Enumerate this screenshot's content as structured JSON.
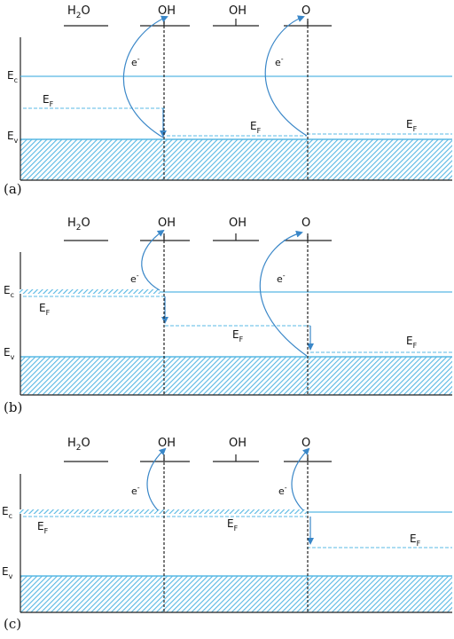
{
  "colors": {
    "band_line": "#58b8e4",
    "hatch": "#58b8e4",
    "arrow": "#3a87c8",
    "axis": "#222222",
    "text": "#111111"
  },
  "labels": {
    "ec_main": "E",
    "ec_sub": "c",
    "ev_main": "E",
    "ev_sub": "v",
    "ef_main": "E",
    "ef_sub": "F",
    "electron_main": "e",
    "electron_sup": "-",
    "h2o_1": "H",
    "h2o_2": "2",
    "h2o_3": "O",
    "oh": "OH",
    "o": "O"
  },
  "panels": [
    {
      "id": "a",
      "tag": "(a)"
    },
    {
      "id": "b",
      "tag": "(b)"
    },
    {
      "id": "c",
      "tag": "(c)"
    }
  ]
}
